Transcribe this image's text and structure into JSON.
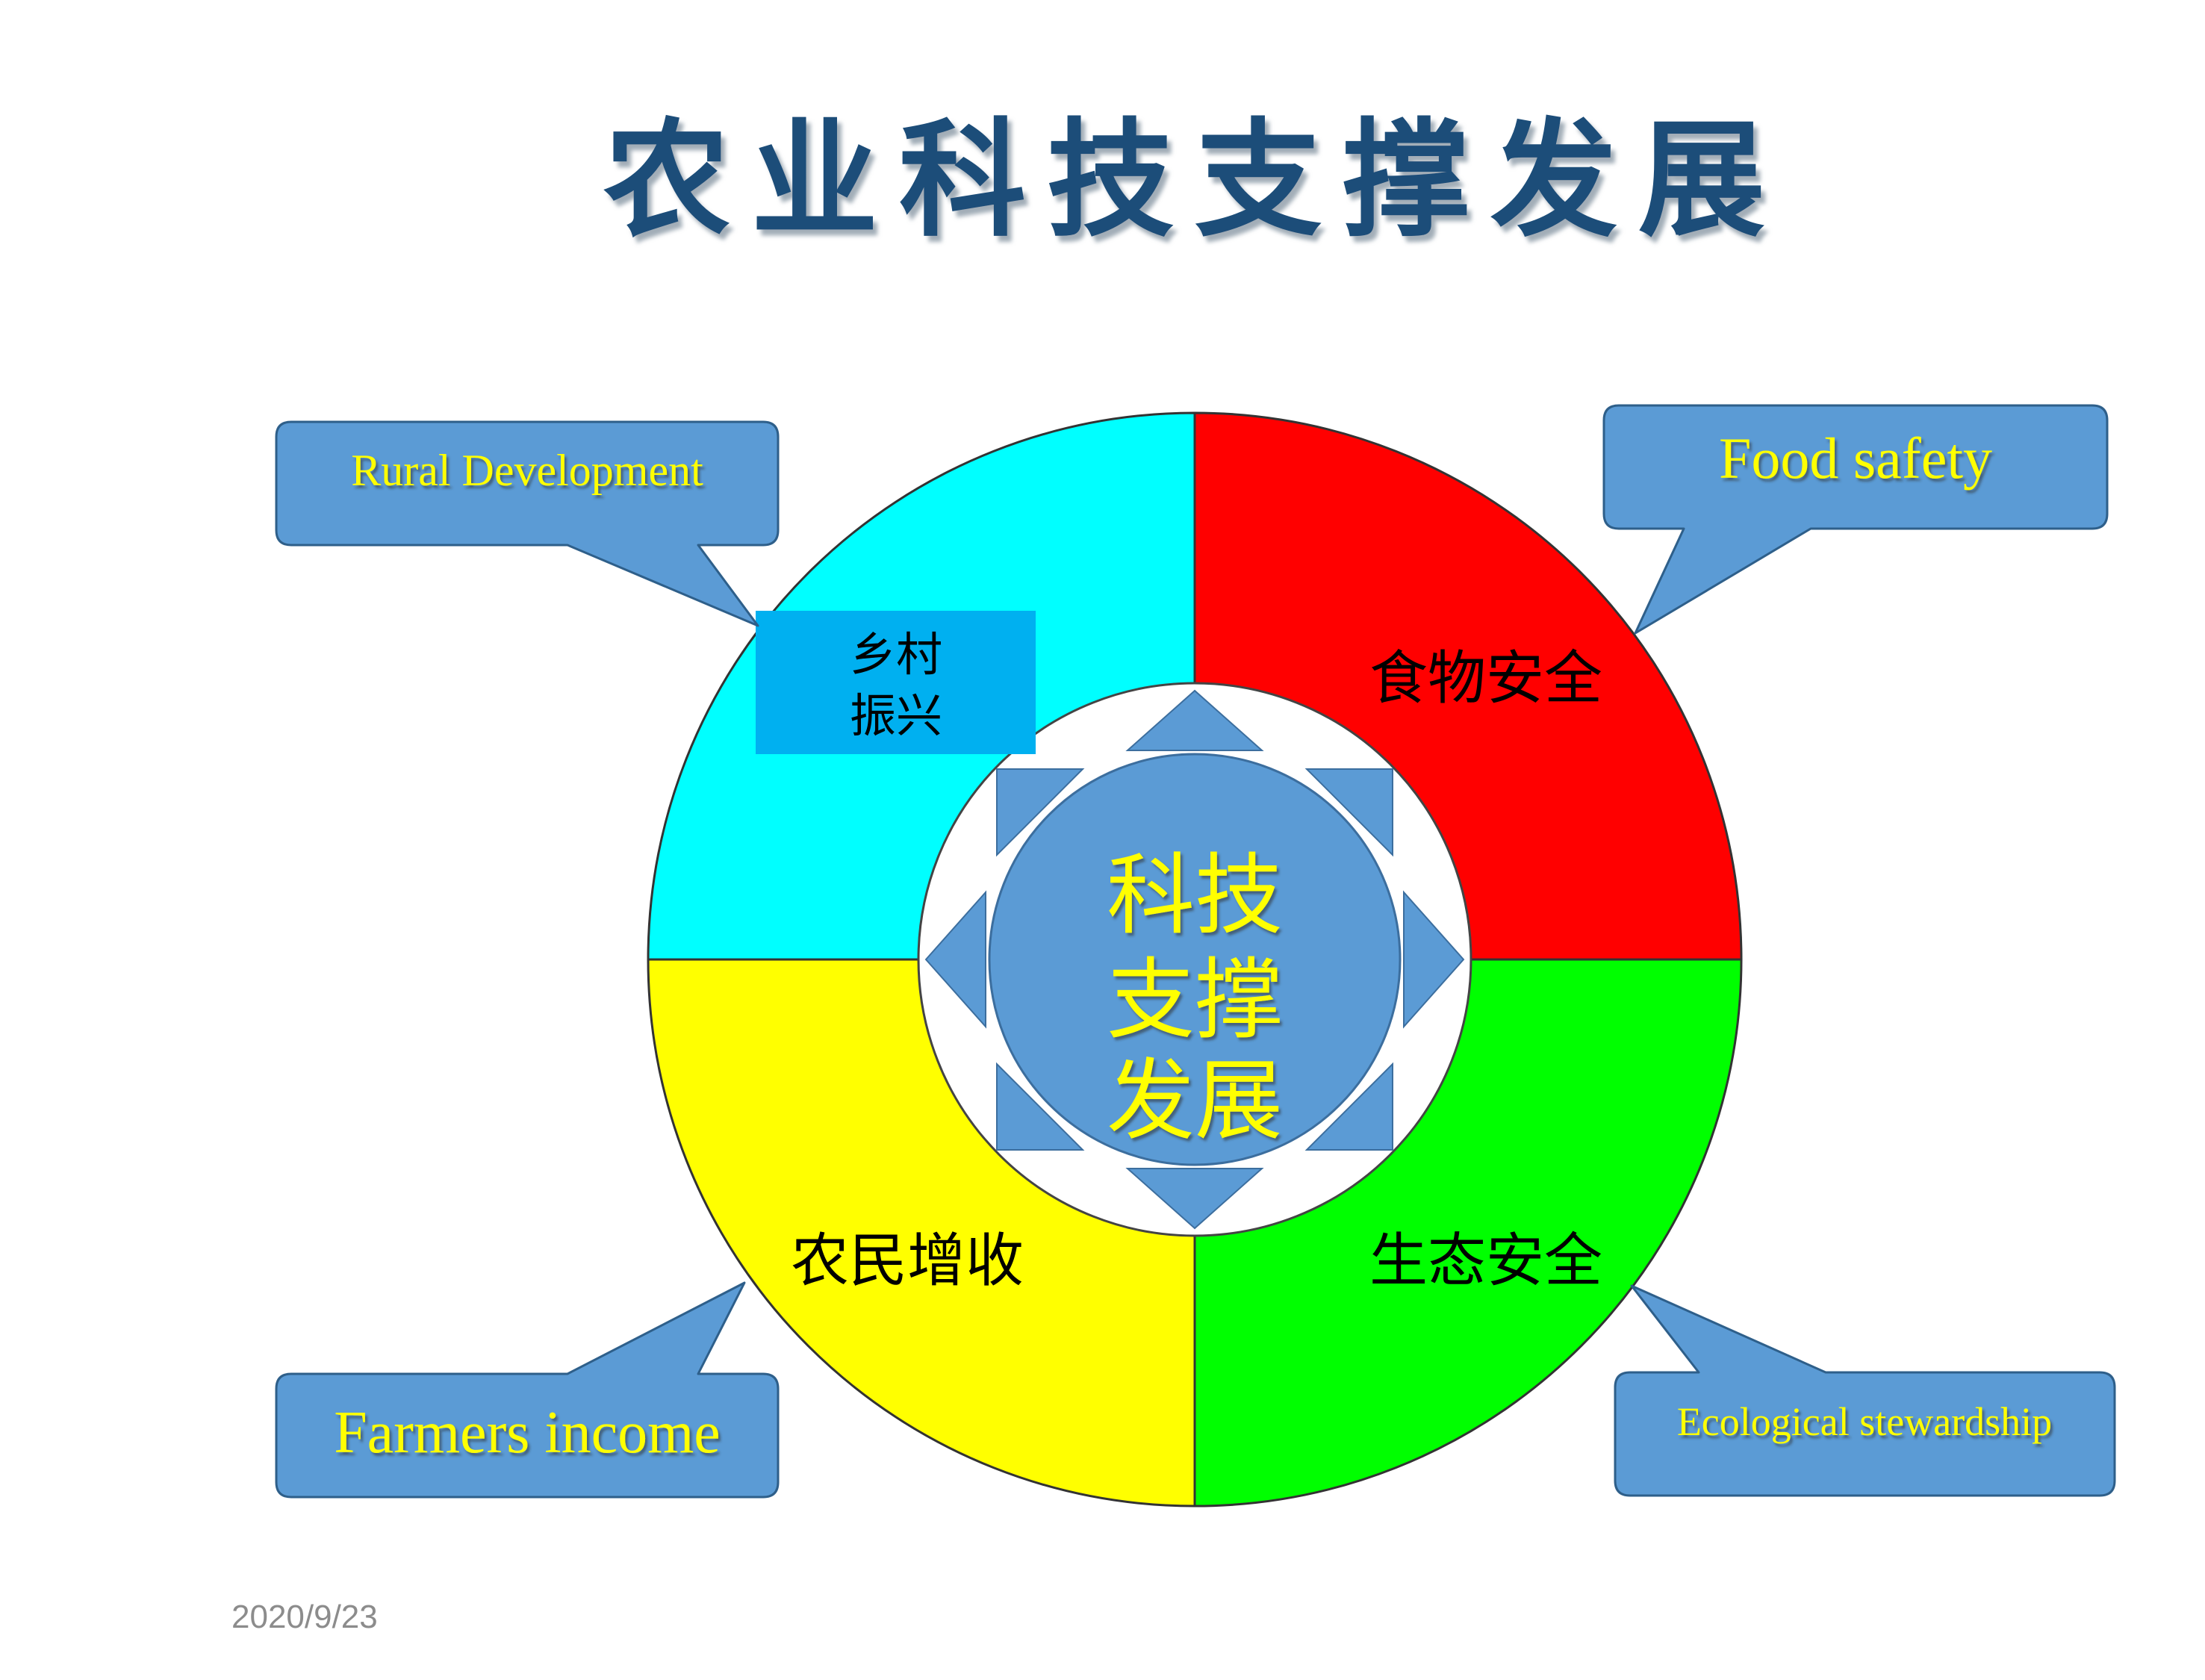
{
  "slide": {
    "title": "农业科技支撑发展",
    "date": "2020/9/23"
  },
  "center": {
    "lines": [
      "科技",
      "支撑",
      "发展"
    ]
  },
  "quadrants": {
    "top_left": {
      "label_line1": "乡村",
      "label_line2": "振兴",
      "color": "#00FFFF"
    },
    "top_right": {
      "label": "食物安全",
      "color": "#FF0000"
    },
    "bottom_left": {
      "label": "农民增收",
      "color": "#FFFF00"
    },
    "bottom_right": {
      "label": "生态安全",
      "color": "#00FF00"
    }
  },
  "callouts": {
    "top_left": "Rural Development",
    "top_right": "Food safety",
    "bottom_left": "Farmers income",
    "bottom_right": "Ecological stewardship"
  },
  "colors": {
    "title": "#1F4E79",
    "callout_fill": "#5B9BD5",
    "callout_stroke": "#2E5F8A",
    "callout_text": "#FFFF00",
    "center_fill": "#5B9BD5",
    "center_text": "#FFFF00",
    "label_box": "#00B0F0",
    "arrow_fill": "#5B9BD5"
  },
  "icons": {
    "arrows": "compass-arrow-icon"
  }
}
